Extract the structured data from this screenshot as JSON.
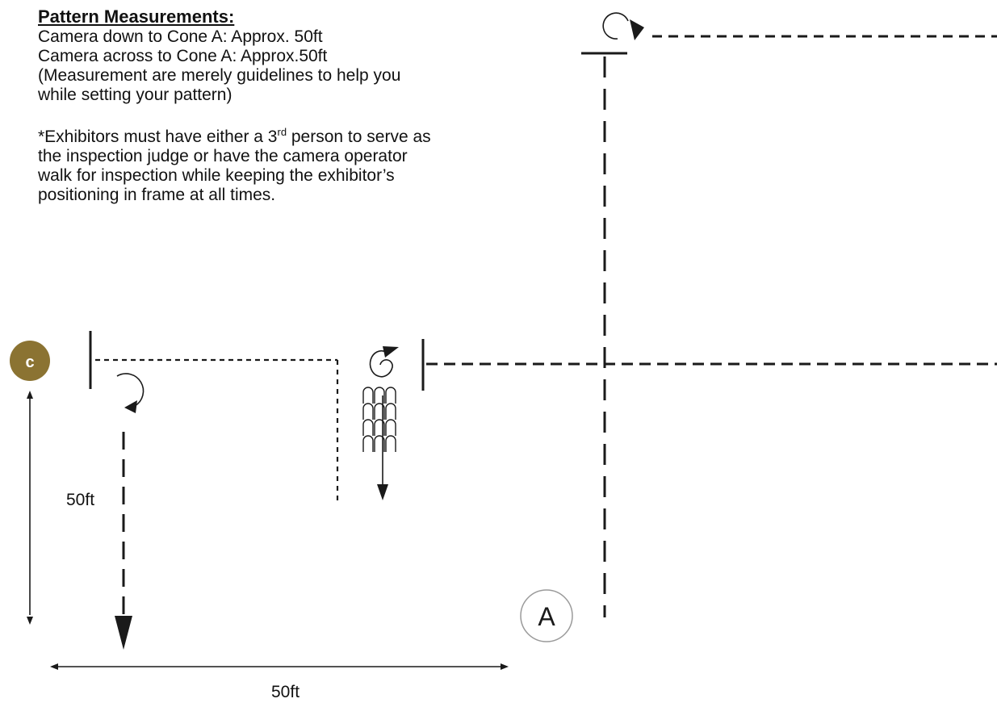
{
  "notes": {
    "heading": "Pattern Measurements:",
    "measurements": [
      "Camera  down to Cone A: Approx. 50ft",
      "Camera  across to Cone A: Approx.50ft",
      "(Measurement  are merely guidelines to help you",
      "while setting your pattern)"
    ],
    "footnote": {
      "before_sup": "*Exhibitors must have either a 3",
      "sup": "rd",
      "after_sup": " person to serve as",
      "lines": [
        "the inspection judge or have the camera operator",
        "walk for inspection while keeping the exhibitor’s",
        "positioning in frame at all times."
      ]
    }
  },
  "diagram": {
    "camera_marker": "c",
    "cone_marker": "A",
    "vertical_dimension": "50ft",
    "horizontal_dimension": "50ft",
    "colors": {
      "camera_fill": "#8b7332",
      "line": "#1a1a1a"
    },
    "icons": [
      "rotate-clockwise-icon",
      "rotate-counterclockwise-icon",
      "hoofprint-icon"
    ]
  }
}
